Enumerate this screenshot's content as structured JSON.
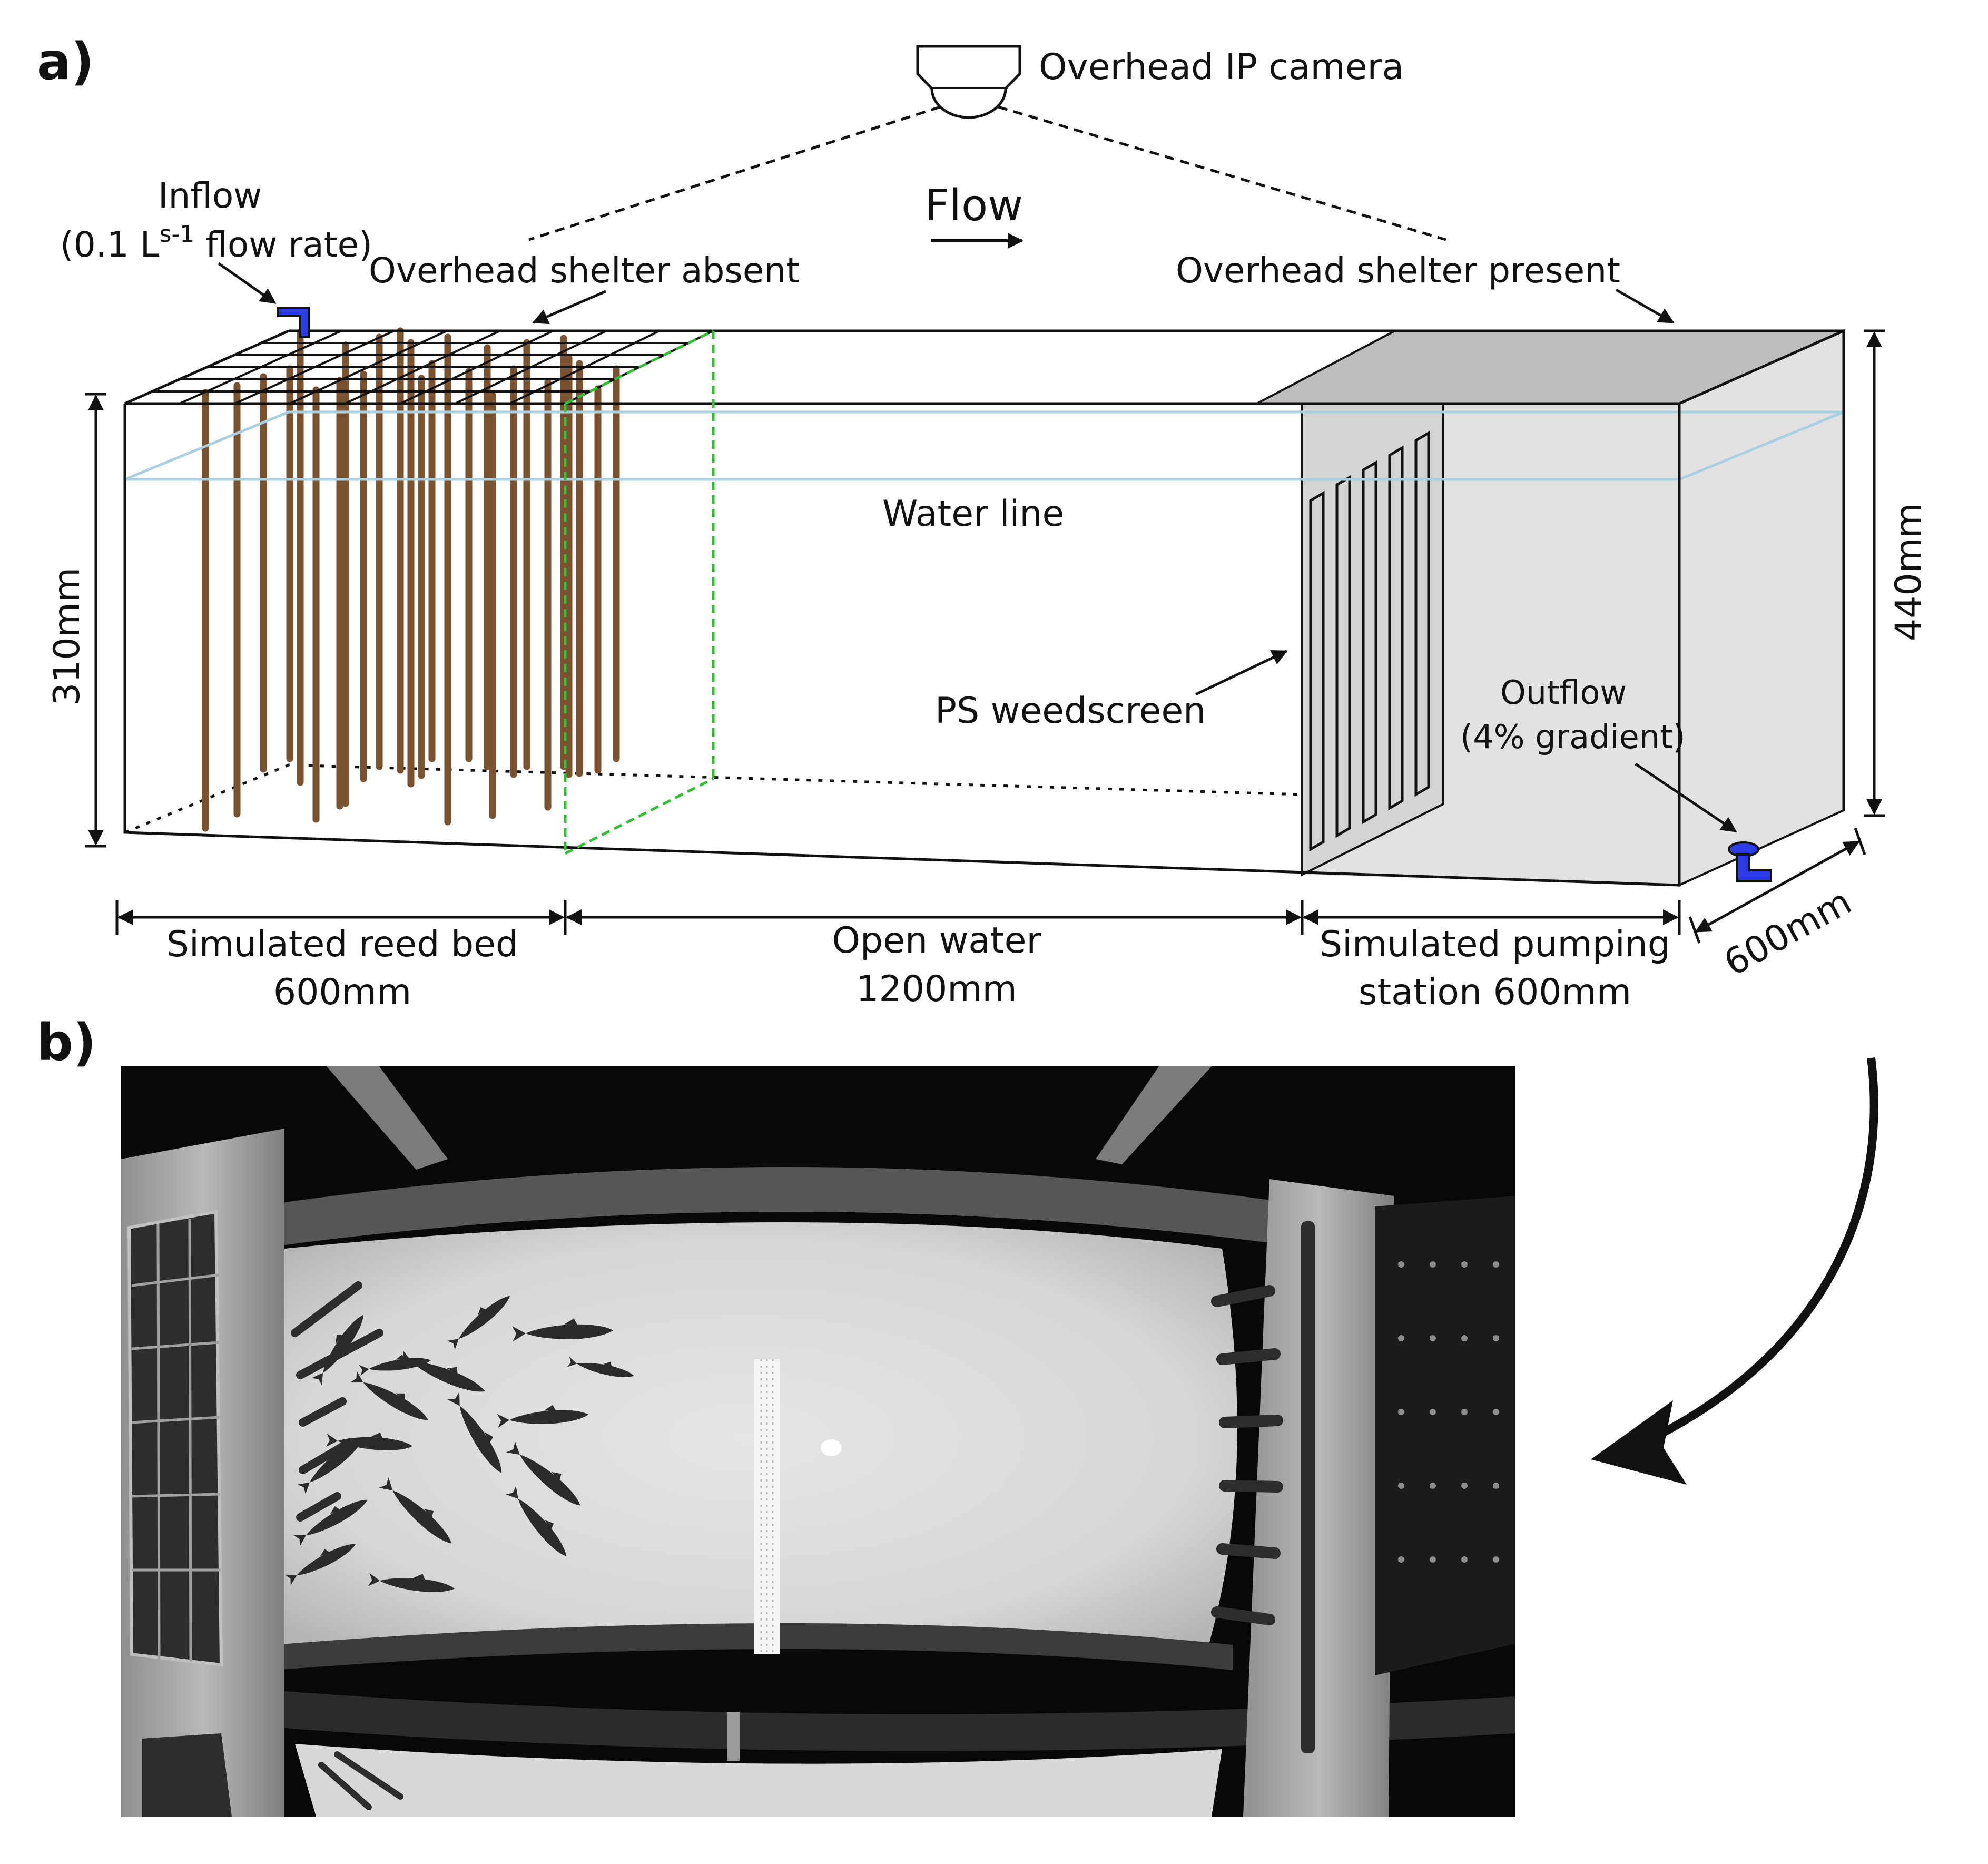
{
  "panel_a": {
    "label": "a)",
    "camera_label": "Overhead IP camera",
    "flow_label": "Flow",
    "inflow_title": "Inflow",
    "inflow_rate_prefix": "(0.1 L",
    "inflow_rate_sup": "s-1",
    "inflow_rate_suffix": " flow rate)",
    "shelter_absent": "Overhead shelter absent",
    "shelter_present": "Overhead shelter present",
    "water_line": "Water line",
    "weedscreen": "PS weedscreen",
    "outflow_title": "Outflow",
    "outflow_gradient": "(4% gradient)",
    "dim_height_left": "310mm",
    "dim_height_right": "440mm",
    "dim_depth": "600mm",
    "sections": [
      {
        "name": "Simulated reed bed",
        "length": "600mm"
      },
      {
        "name": "Open water",
        "length": "1200mm"
      },
      {
        "name": "Simulated pumping",
        "length": "station 600mm"
      }
    ],
    "colors": {
      "reed": "#7a5230",
      "pipe": "#2b3be6",
      "water_line": "#a9cfe0",
      "shelter": "#bdbdbd",
      "station": "#e2e2e2",
      "reed_zone_boundary": "#2fbf2f"
    }
  },
  "panel_b": {
    "label": "b)",
    "image": "overhead-camera-photo",
    "fish_count": 17
  }
}
